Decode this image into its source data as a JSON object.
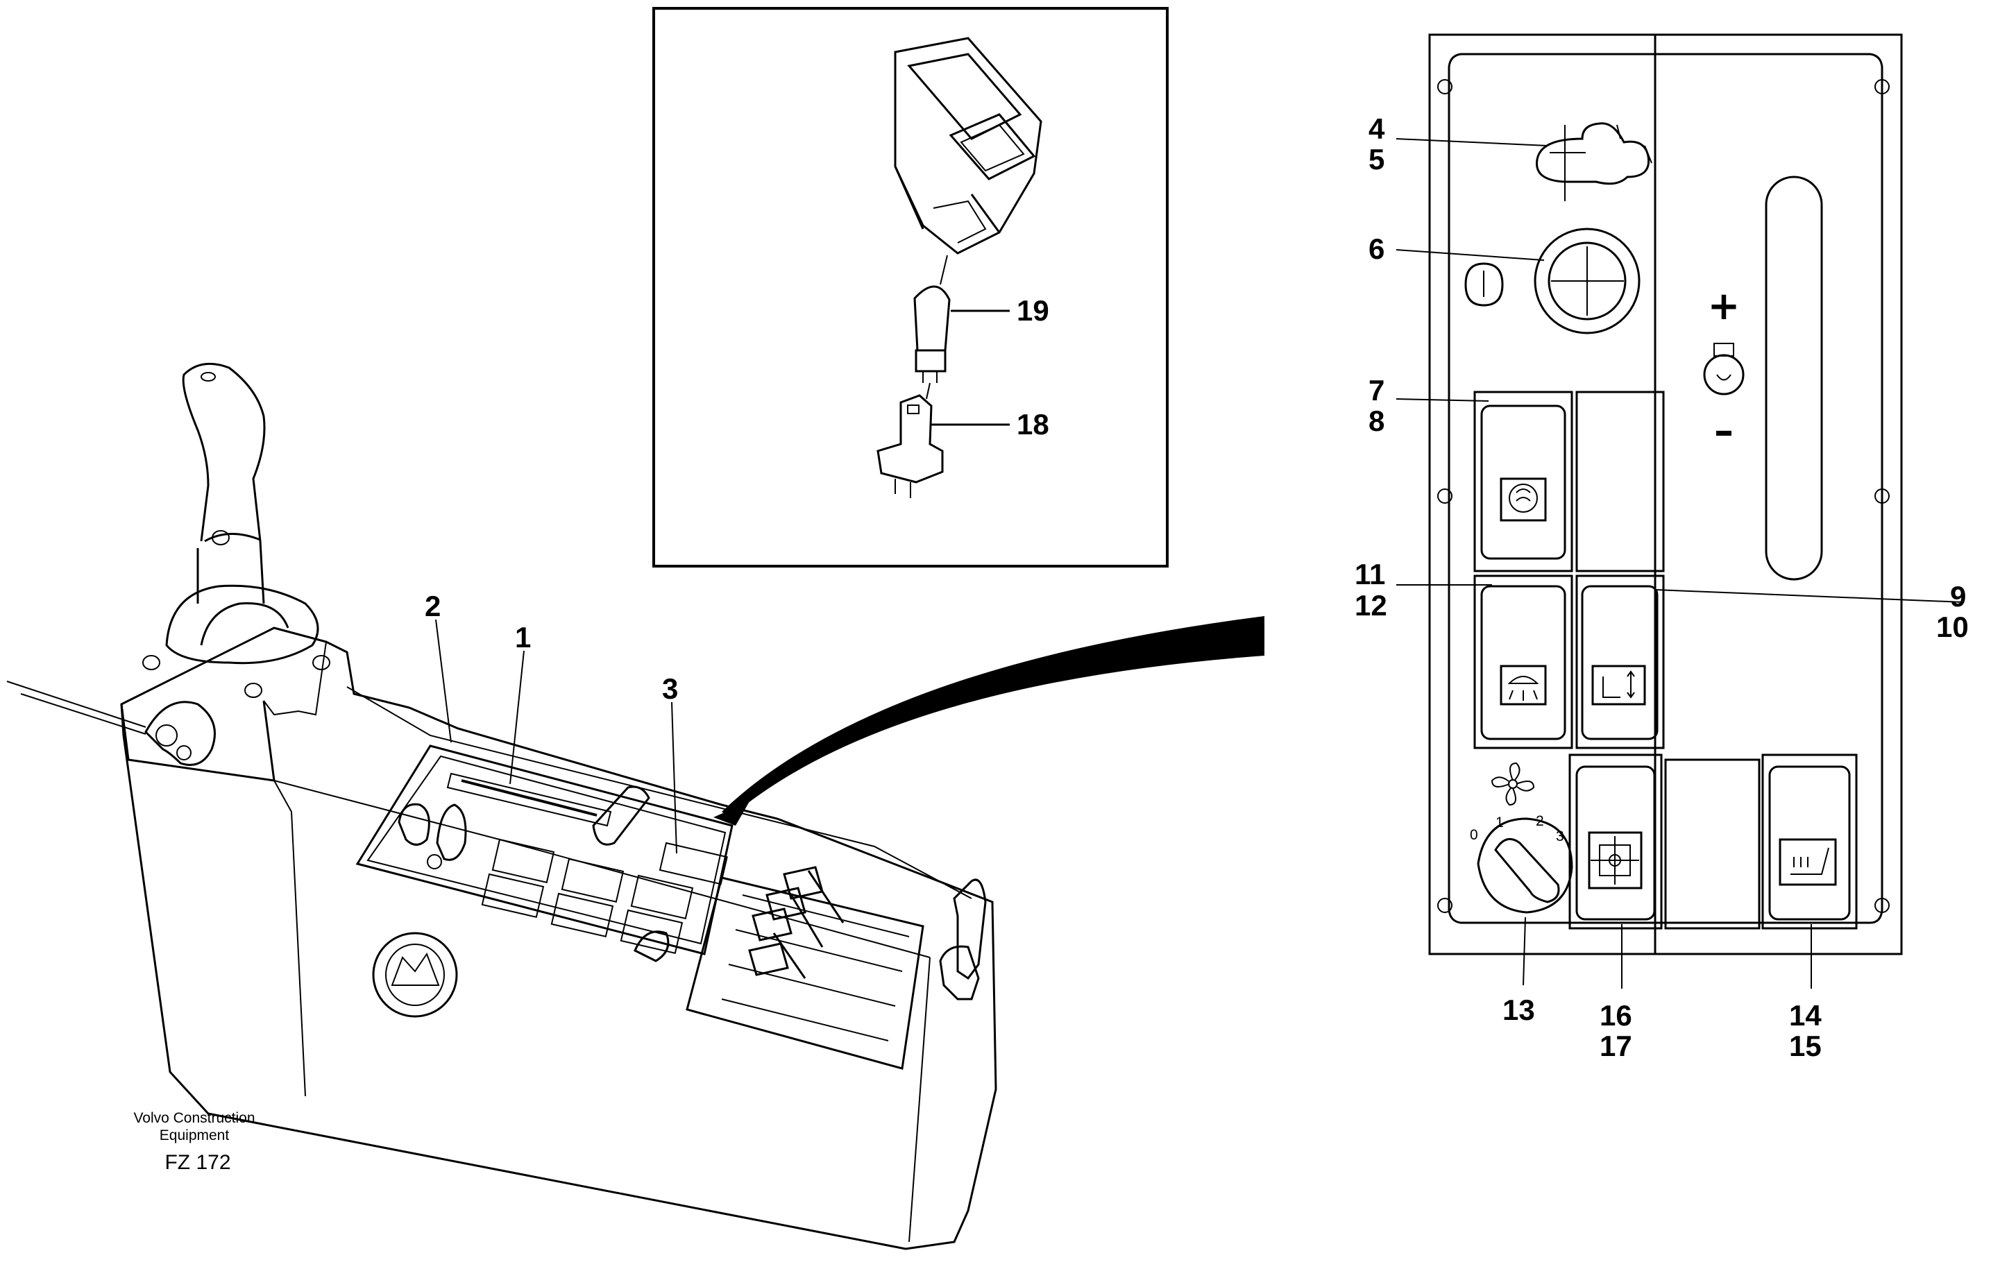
{
  "caption": {
    "company_line1": "Volvo Construction",
    "company_line2": "Equipment",
    "figure_code": "FZ 172"
  },
  "labels": {
    "l1": "1",
    "l2": "2",
    "l3": "3",
    "l4": "4",
    "l5": "5",
    "l6": "6",
    "l7": "7",
    "l8": "8",
    "l9": "9",
    "l10": "10",
    "l11": "11",
    "l12": "12",
    "l13": "13",
    "l14": "14",
    "l15": "15",
    "l16": "16",
    "l17": "17",
    "l18": "18",
    "l19": "19"
  },
  "panel": {
    "plus_sign": "+",
    "minus_sign": "–",
    "dial_positions": [
      "0",
      "1",
      "2",
      "3"
    ]
  },
  "icons": [
    "fan-icon",
    "work-light-icon",
    "hazard-icon",
    "headlight-icon",
    "bucket-icon",
    "heater-icon",
    "seat-heater-icon",
    "horn-icon",
    "key-icon"
  ]
}
